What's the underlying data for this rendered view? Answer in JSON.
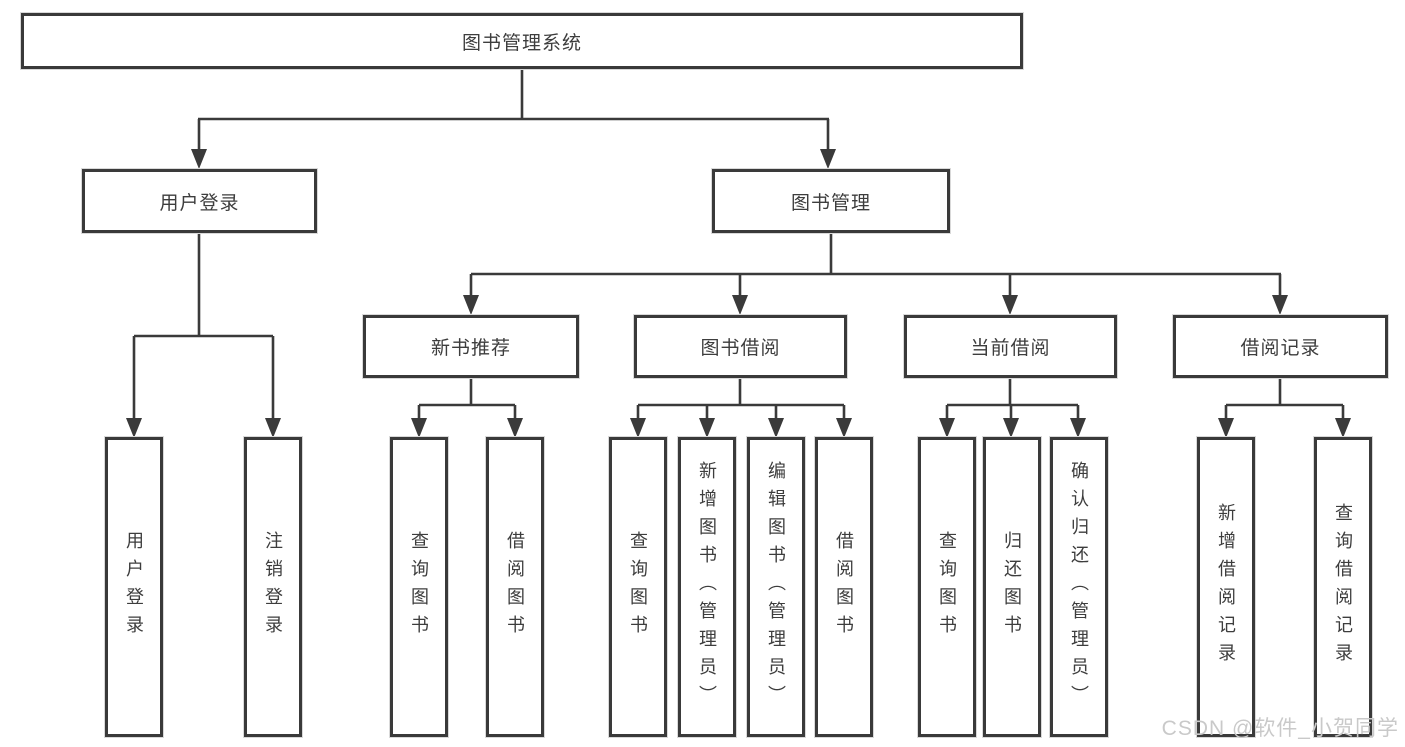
{
  "diagram": {
    "title": "图书管理系统",
    "level2": {
      "user_login": {
        "label": "用户登录"
      },
      "book_mgmt": {
        "label": "图书管理"
      }
    },
    "level3": {
      "new_books": {
        "label": "新书推荐"
      },
      "book_borrow": {
        "label": "图书借阅"
      },
      "current_borrow": {
        "label": "当前借阅"
      },
      "borrow_records": {
        "label": "借阅记录"
      }
    },
    "leaves": {
      "user_login": [
        "用户登录",
        "注销登录"
      ],
      "new_books": [
        "查询图书",
        "借阅图书"
      ],
      "book_borrow": [
        "查询图书",
        "新增图书（管理员）",
        "编辑图书（管理员）",
        "借阅图书"
      ],
      "current_borrow": [
        "查询图书",
        "归还图书",
        "确认归还（管理员）"
      ],
      "borrow_records": [
        "新增借阅记录",
        "查询借阅记录"
      ]
    },
    "watermark": "CSDN @软件_小贺同学",
    "colors": {
      "line": "#3a3a3a",
      "border": "#3a3a3a",
      "text": "#3d3d3d",
      "watermark": "#c9c9c9"
    }
  }
}
